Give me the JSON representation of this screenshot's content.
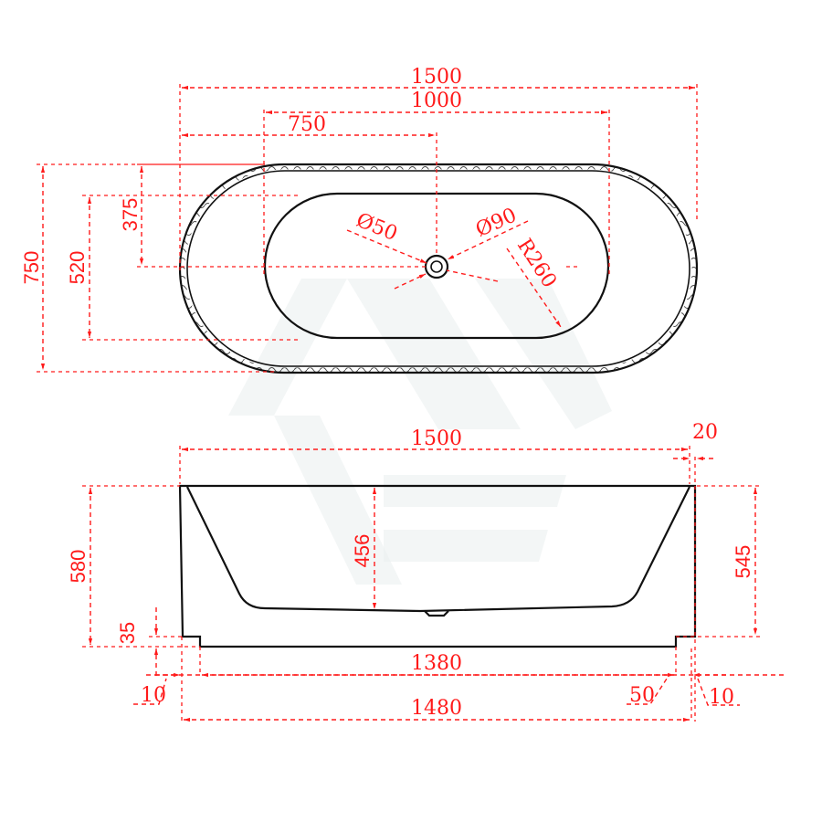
{
  "drawing": {
    "subject": "Freestanding oval bathtub dimension drawing",
    "units": "mm",
    "colors": {
      "dimension": "#ff1a1a",
      "outline": "#111111",
      "background": "#ffffff",
      "watermark": "#e9eeee"
    }
  },
  "top_view": {
    "overall_length": "1500",
    "inner_basin_length": "1000",
    "drain_offset_from_left": "750",
    "overall_width": "750",
    "inner_basin_width": "520",
    "drain_offset_from_top": "375",
    "drain_diameter": "Ø50",
    "drain_surround_diameter": "Ø90",
    "inner_end_radius": "R260"
  },
  "side_view": {
    "overall_length": "1500",
    "rim_offset": "20",
    "overall_height": "580",
    "rim_to_plinth_height": "545",
    "internal_depth": "456",
    "plinth_height": "35",
    "plinth_length": "1380",
    "base_length": "1480",
    "left_inset": "10",
    "right_plinth_inset": "50",
    "right_inset": "10"
  }
}
